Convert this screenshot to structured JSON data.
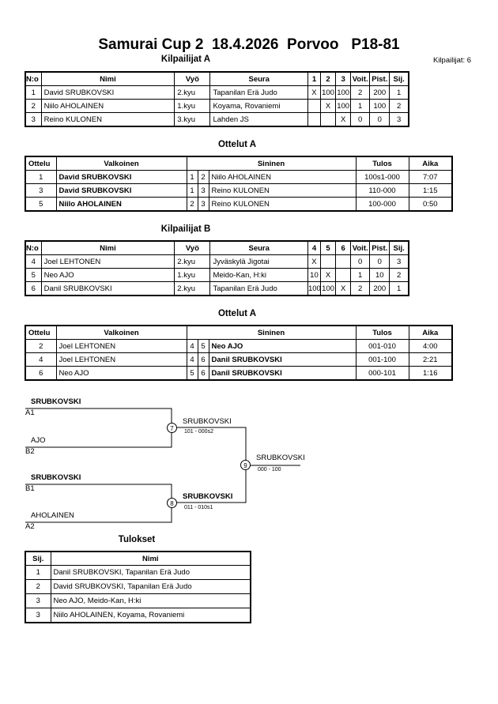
{
  "title": "Samurai Cup 2  18.4.2026  Porvoo   P18-81",
  "competitor_count": "Kilpailijat: 6",
  "pool_a": {
    "heading": "Kilpailijat A",
    "headers": [
      "N:o",
      "Nimi",
      "Vyö",
      "Seura",
      "1",
      "2",
      "3",
      "Voit.",
      "Pist.",
      "Sij."
    ],
    "rows": [
      [
        "1",
        "David SRUBKOVSKI",
        "2.kyu",
        "Tapanilan Erä Judo",
        "X",
        "100",
        "100",
        "2",
        "200",
        "1"
      ],
      [
        "2",
        "Niilo AHOLAINEN",
        "1.kyu",
        "Koyama, Rovaniemi",
        "",
        "X",
        "100",
        "1",
        "100",
        "2"
      ],
      [
        "3",
        "Reino KULONEN",
        "3.kyu",
        "Lahden JS",
        "",
        "",
        "X",
        "0",
        "0",
        "3"
      ]
    ]
  },
  "matches_a": {
    "heading": "Ottelut A",
    "headers": [
      "Ottelu",
      "Valkoinen",
      "Sininen",
      "Tulos",
      "Aika"
    ],
    "rows": [
      [
        "1",
        "David SRUBKOVSKI",
        "1",
        "2",
        "Niilo AHOLAINEN",
        "100s1-000",
        "7:07"
      ],
      [
        "3",
        "David SRUBKOVSKI",
        "1",
        "3",
        "Reino KULONEN",
        "110-000",
        "1:15"
      ],
      [
        "5",
        "Niilo AHOLAINEN",
        "2",
        "3",
        "Reino KULONEN",
        "100-000",
        "0:50"
      ]
    ]
  },
  "pool_b": {
    "heading": "Kilpailijat B",
    "headers": [
      "N:o",
      "Nimi",
      "Vyö",
      "Seura",
      "4",
      "5",
      "6",
      "Voit.",
      "Pist.",
      "Sij."
    ],
    "rows": [
      [
        "4",
        "Joel LEHTONEN",
        "2.kyu",
        "Jyväskylä Jigotai",
        "X",
        "",
        "",
        "0",
        "0",
        "3"
      ],
      [
        "5",
        "Neo AJO",
        "1.kyu",
        "Meido-Kan, H:ki",
        "10",
        "X",
        "",
        "1",
        "10",
        "2"
      ],
      [
        "6",
        "Danil SRUBKOVSKI",
        "2.kyu",
        "Tapanilan Erä Judo",
        "100",
        "100",
        "X",
        "2",
        "200",
        "1"
      ]
    ]
  },
  "matches_b": {
    "heading": "Ottelut A",
    "headers": [
      "Ottelu",
      "Valkoinen",
      "Sininen",
      "Tulos",
      "Aika"
    ],
    "rows": [
      [
        "2",
        "Joel LEHTONEN",
        "4",
        "5",
        "Neo AJO",
        "001-010",
        "4:00"
      ],
      [
        "4",
        "Joel LEHTONEN",
        "4",
        "6",
        "Danil SRUBKOVSKI",
        "001-100",
        "2:21"
      ],
      [
        "6",
        "Neo AJO",
        "5",
        "6",
        "Danil SRUBKOVSKI",
        "000-101",
        "1:16"
      ]
    ]
  },
  "bracket": {
    "m7": {
      "top_name": "SRUBKOVSKI",
      "top_seed": "A1",
      "bottom_name": "AJO",
      "bottom_seed": "B2",
      "node": "7",
      "winner": "SRUBKOVSKI",
      "score": "101 - 000s2"
    },
    "m8": {
      "top_name": "SRUBKOVSKI",
      "top_seed": "B1",
      "bottom_name": "AHOLAINEN",
      "bottom_seed": "A2",
      "node": "8",
      "winner": "SRUBKOVSKI",
      "score": "011 - 010s1"
    },
    "m9": {
      "node": "9",
      "winner": "SRUBKOVSKI",
      "score": "000 - 100"
    }
  },
  "results": {
    "heading": "Tulokset",
    "headers": [
      "Sij.",
      "Nimi"
    ],
    "rows": [
      [
        "1",
        "Danil SRUBKOVSKI, Tapanilan Erä Judo"
      ],
      [
        "2",
        "David SRUBKOVSKI, Tapanilan Erä Judo"
      ],
      [
        "3",
        "Neo AJO, Meido-Kan, H:ki"
      ],
      [
        "3",
        "Niilo AHOLAINEN, Koyama, Rovaniemi"
      ]
    ]
  }
}
